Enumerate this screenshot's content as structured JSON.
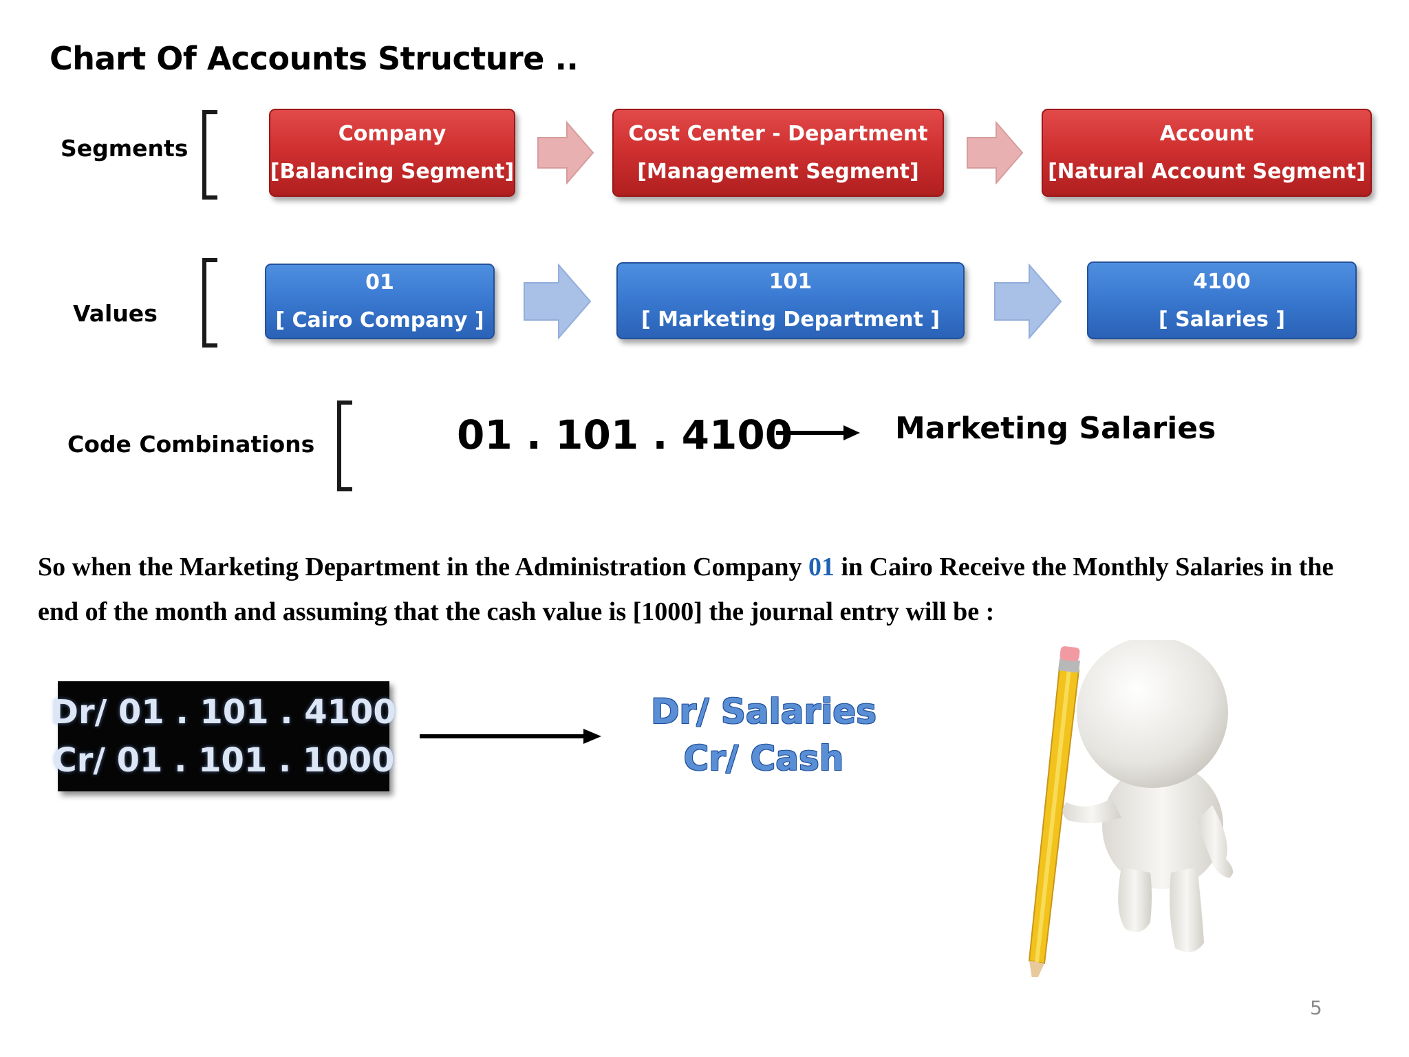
{
  "title": "Chart Of Accounts Structure ..",
  "rows": {
    "segments_label": "Segments",
    "values_label": "Values",
    "combinations_label": "Code Combinations"
  },
  "segments": [
    {
      "line1": "Company",
      "line2": "[Balancing Segment]"
    },
    {
      "line1": "Cost Center - Department",
      "line2": "[Management Segment]"
    },
    {
      "line1": "Account",
      "line2": "[Natural Account Segment]"
    }
  ],
  "values": [
    {
      "line1": "01",
      "line2": "[ Cairo Company ]"
    },
    {
      "line1": "101",
      "line2": "[ Marketing Department ]"
    },
    {
      "line1": "4100",
      "line2": "[ Salaries ]"
    }
  ],
  "combination": {
    "code": "01 . 101 . 4100",
    "meaning": "Marketing Salaries"
  },
  "paragraph": {
    "part1": "So when the Marketing Department in the Administration Company ",
    "highlight": "01",
    "part2": " in Cairo Receive the Monthly Salaries in the end of the month and assuming that the cash value is [1000] the journal entry will be :"
  },
  "journal_codes": {
    "debit": "Dr/ 01 . 101 . 4100",
    "credit": "Cr/ 01 . 101 . 1000"
  },
  "journal_plain": {
    "debit": "Dr/ Salaries",
    "credit": "Cr/ Cash"
  },
  "page_number": "5",
  "colors": {
    "segment_red": "#d03030",
    "value_blue": "#3a7ad2",
    "highlight_blue": "#1f63b6"
  }
}
